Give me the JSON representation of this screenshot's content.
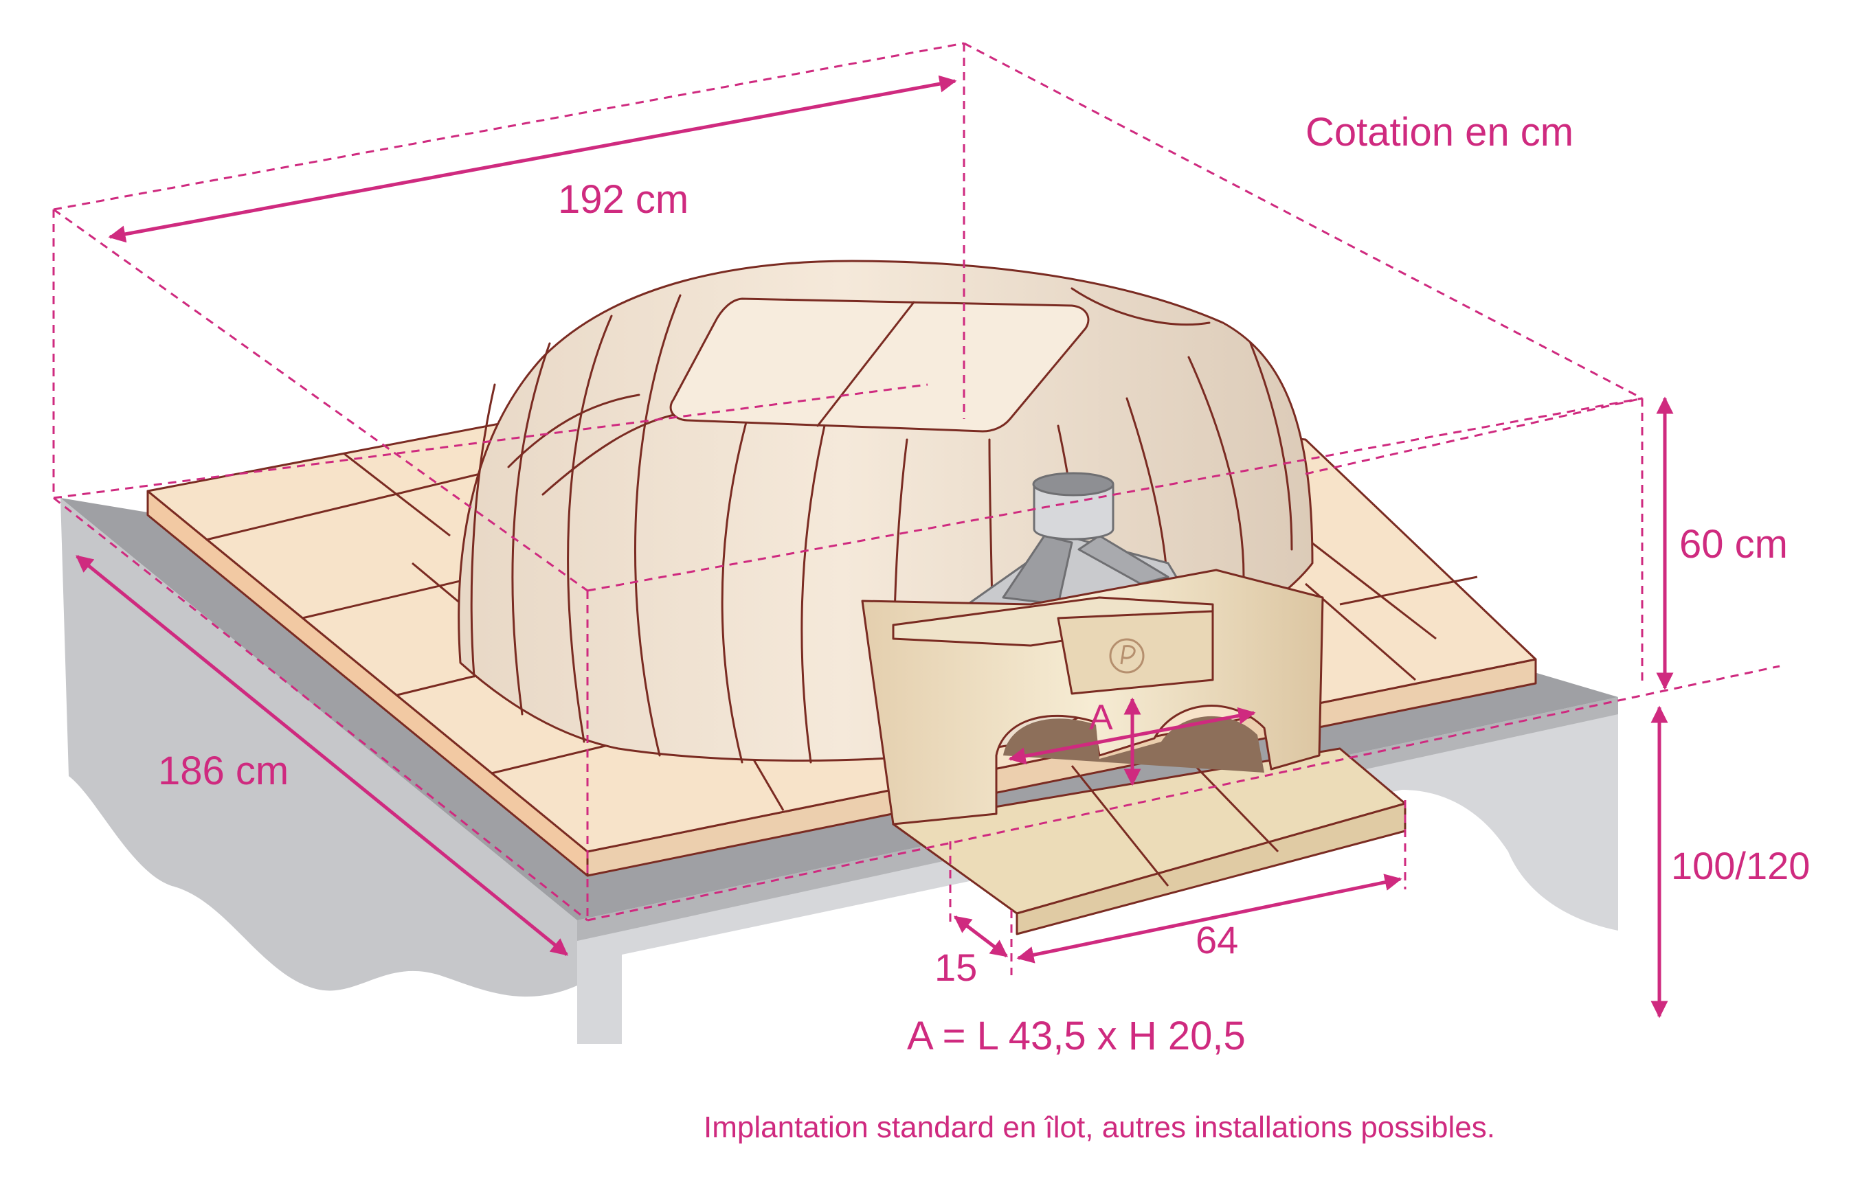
{
  "labels": {
    "units_note": "Cotation en cm",
    "width_dim": "192 cm",
    "depth_dim": "186 cm",
    "oven_height_dim": "60 cm",
    "base_height_dim": "100/120",
    "landing_depth_dim": "15",
    "landing_width_dim": "64",
    "opening_marker": "A",
    "opening_size": "A = L 43,5 x H 20,5",
    "footnote": "Implantation standard en îlot, autres installations possibles."
  },
  "colors": {
    "dimension": "#cf2a7f",
    "brick_outline": "#7a2b22",
    "tile_fill": "#f6dec1",
    "dome_fill": "#efdfcb",
    "base_grey": "#c7c8cb",
    "entrance_fill": "#ecdcb8",
    "flue_grey": "#b9babd"
  },
  "icons": {
    "brand_logo": "brand-logo-icon"
  }
}
